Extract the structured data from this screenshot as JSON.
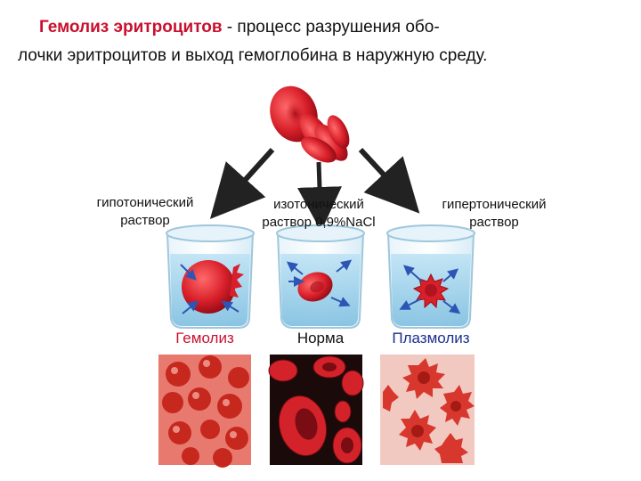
{
  "title": {
    "heading": "Гемолиз эритроцитов",
    "rest_line1": " - процесс разрушения обо-",
    "line2": "лочки эритроцитов и выход гемоглобина в наружную среду."
  },
  "solutions": [
    {
      "line1": "гипотонический",
      "line2": "раствор"
    },
    {
      "line1": "изотонический",
      "line2": "раствор 0,9%NaCl"
    },
    {
      "line1": "гипертонический",
      "line2": "раствор"
    }
  ],
  "results": [
    {
      "label": "Гемолиз",
      "color": "#c8102e"
    },
    {
      "label": "Норма",
      "color": "#111111"
    },
    {
      "label": "Плазмолиз",
      "color": "#1a2f8f"
    }
  ],
  "colors": {
    "cell": "#d81f2a",
    "arrow_dark": "#222222",
    "arrow_blue": "#2d55b5"
  }
}
